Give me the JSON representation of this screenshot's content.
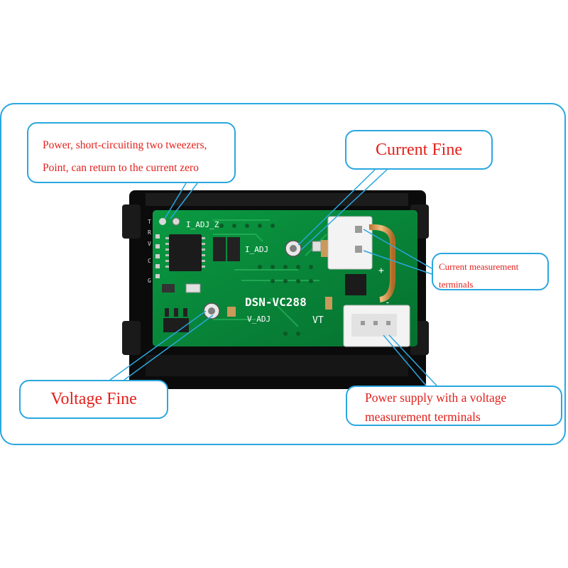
{
  "callouts": {
    "zero_reset": {
      "lines": [
        "Power, short-circuiting two tweezers,",
        "Point, can return to the current zero"
      ]
    },
    "current_fine": {
      "text": "Current Fine"
    },
    "current_terminals": {
      "lines": [
        "Current measurement",
        "terminals"
      ]
    },
    "voltage_fine": {
      "text": "Voltage Fine"
    },
    "supply_terminals": {
      "lines": [
        "Power supply with a voltage",
        "measurement terminals"
      ]
    }
  },
  "board": {
    "model": "DSN-VC288",
    "i_adj_z": "I_ADJ_Z",
    "i_adj": "I_ADJ",
    "v_adj": "V_ADJ",
    "vt": "VT",
    "plus": "+",
    "minus": "-",
    "side_pins": [
      "T",
      "R",
      "V",
      "C",
      "G"
    ]
  },
  "colors": {
    "frame_border": "#2aa7df",
    "callout_text": "#e3201b",
    "pcb_green": "#0a8d3b",
    "housing": "#0b0b0b"
  }
}
